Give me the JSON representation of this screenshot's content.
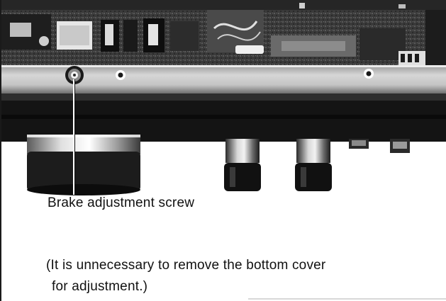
{
  "figure": {
    "callout_label": "Brake adjustment screw",
    "note": {
      "line1": "(It is unnecessary to remove the bottom cover",
      "line2": "for adjustment.)"
    }
  },
  "photo_elements": {
    "subject": "chassis-photo",
    "screw_icon": "screw-icon",
    "knob_icons": [
      "knob-icon",
      "knob-icon",
      "knob-icon"
    ]
  },
  "colors": {
    "ink": "#111111",
    "paper": "#ffffff"
  }
}
